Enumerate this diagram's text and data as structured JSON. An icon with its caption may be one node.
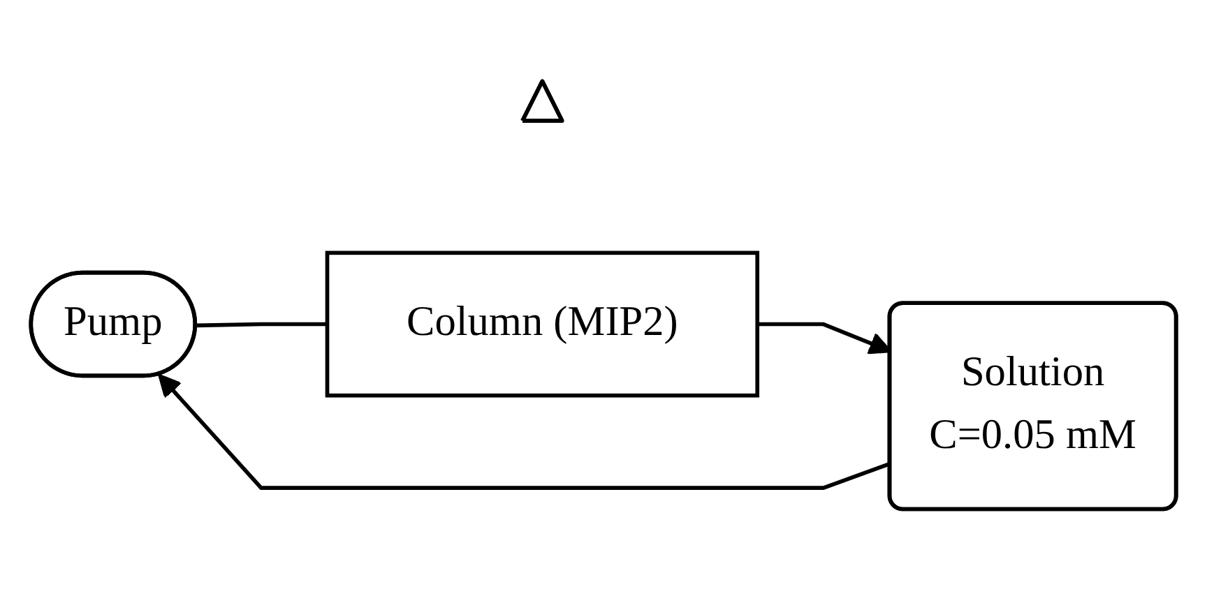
{
  "diagram": {
    "nodes": [
      {
        "text": [
          "Pump"
        ]
      },
      {
        "text": [],
        "shape": "triangle"
      },
      {
        "text": [
          "Column (MIP2)"
        ]
      },
      {
        "text": [
          "Solution",
          "C=0.05 mM"
        ]
      }
    ],
    "edges": [
      {
        "from": 3,
        "to": 0,
        "arrow": "to"
      },
      {
        "from": 0,
        "to": 2,
        "arrow": "none"
      },
      {
        "from": 2,
        "to": 3,
        "arrow": "to"
      }
    ]
  }
}
